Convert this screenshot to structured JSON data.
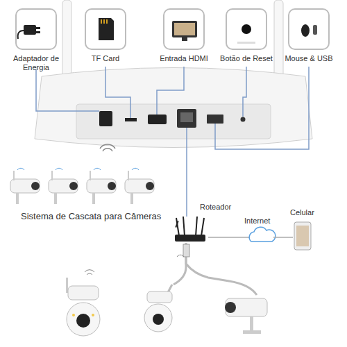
{
  "diagram": {
    "nodes": [
      {
        "text": [
          "Adaptador de Energia"
        ]
      },
      {
        "text": [
          "TF Card"
        ]
      },
      {
        "text": [
          "Entrada HDMI"
        ]
      },
      {
        "text": [
          "Botão de Reset"
        ]
      },
      {
        "text": [
          "Mouse & USB"
        ]
      }
    ],
    "labels": [
      "Sistema de Cascata para Câmeras",
      "Roteador",
      "Internet",
      "Celular"
    ]
  }
}
